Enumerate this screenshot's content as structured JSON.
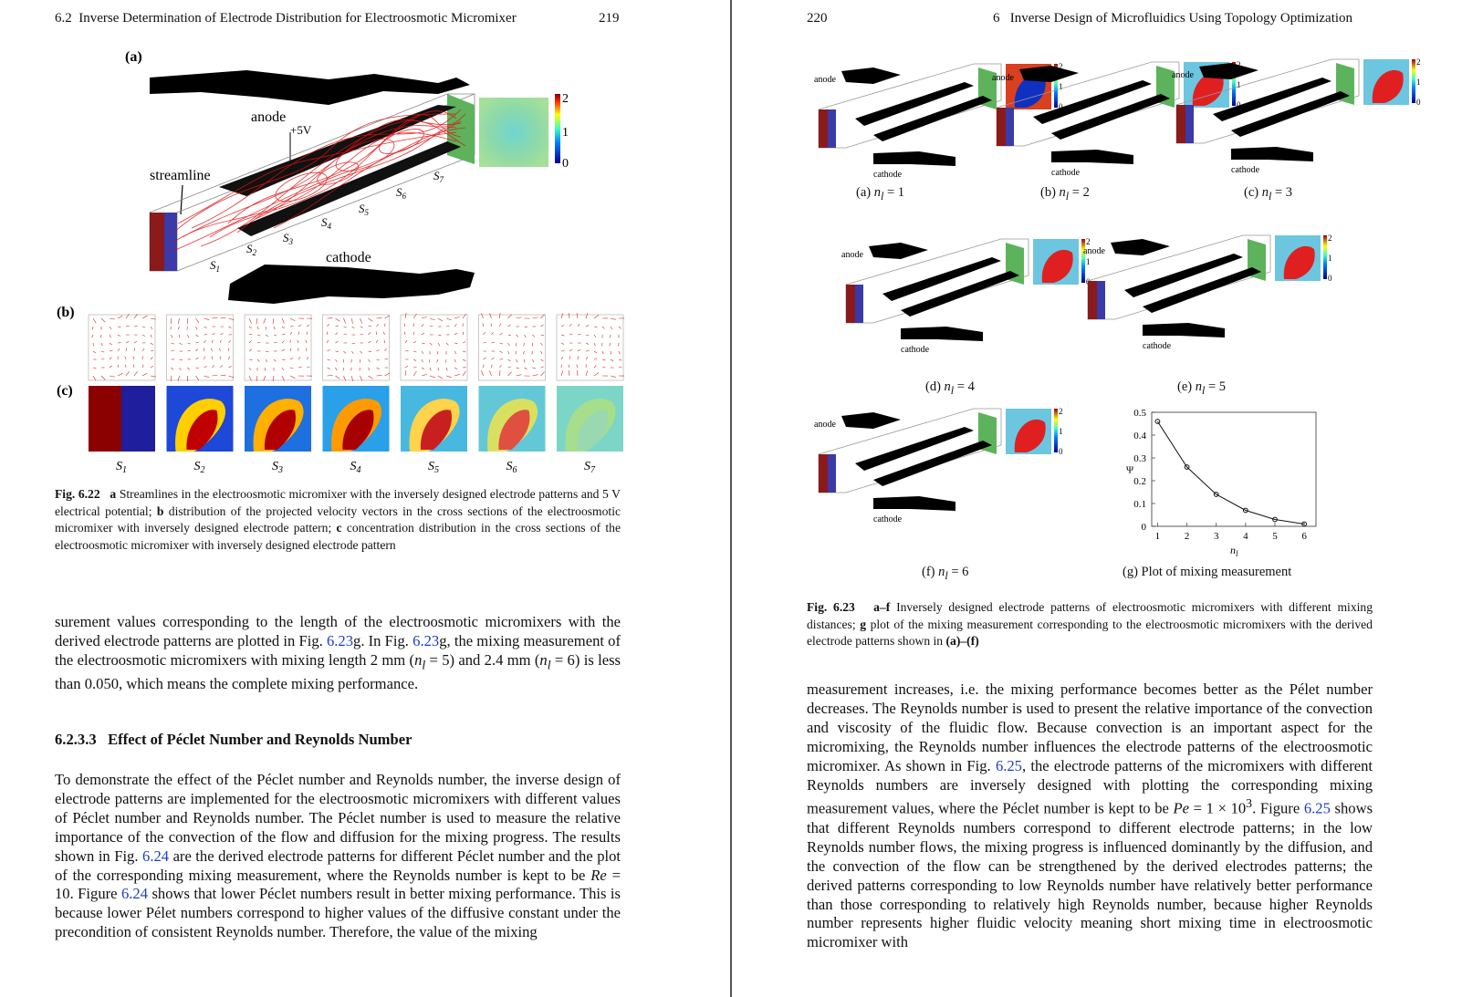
{
  "left_page": {
    "header_section": "6.2",
    "header_title": "Inverse Determination of Electrode Distribution for Electroosmotic Micromixer",
    "page_number": "219",
    "figure": {
      "panel_a": "(a)",
      "panel_b": "(b)",
      "panel_c": "(c)",
      "anode": "anode",
      "cathode": "cathode",
      "voltage": "+5V",
      "streamline": "streamline",
      "colorbar": [
        "2",
        "1",
        "0"
      ],
      "sections": [
        "S1",
        "S2",
        "S3",
        "S4",
        "S5",
        "S6",
        "S7"
      ],
      "sec_letter": "S",
      "sec_nums": [
        "1",
        "2",
        "3",
        "4",
        "5",
        "6",
        "7"
      ]
    },
    "caption": {
      "label": "Fig. 6.22",
      "a": "a",
      "t_a": "Streamlines in the electroosmotic micromixer with the inversely designed electrode patterns and 5 V electrical potential;",
      "b": "b",
      "t_b": "distribution of the projected velocity vectors in the cross sections of the electroosmotic micromixer with inversely designed electrode pattern;",
      "c": "c",
      "t_c": "concentration distribution in the cross sections of the electroosmotic micromixer with inversely designed electrode pattern"
    },
    "para1": {
      "t1": "surement values corresponding to the length of the electroosmotic micromixers with the derived electrode patterns are plotted in Fig.",
      "ref1": "6.23",
      "t2": "g. In Fig.",
      "ref2": "6.23",
      "t3": "g, the mixing measurement of the electroosmotic micromixers with mixing length 2 mm (",
      "m1": "n",
      "m1sub": "l",
      "eq1": " = 5) and 2.4 mm (",
      "m2": "n",
      "m2sub": "l",
      "eq2": " = 6) is less than 0.050, which means the complete mixing performance."
    },
    "section": {
      "number": "6.2.3.3",
      "title": "Effect of Péclet Number and Reynolds Number"
    },
    "para2": {
      "t1": "To demonstrate the effect of the Péclet number and Reynolds number, the inverse design of electrode patterns are implemented for the electroosmotic micromixers with different values of Péclet number and Reynolds number. The Péclet number is used to measure the relative importance of the convection of the flow and diffusion for the mixing progress. The results shown in Fig.",
      "ref1": "6.24",
      "t2": "are the derived electrode patterns for different Péclet number and the plot of the corresponding mixing measurement, where the Reynolds number is kept to be",
      "re": "Re",
      "t3": "= 10. Figure",
      "ref2": "6.24",
      "t4": "shows that lower Péclet numbers result in better mixing performance. This is because lower Pélet numbers correspond to higher values of the diffusive constant under the precondition of consistent Reynolds number. Therefore, the value of the mixing"
    }
  },
  "right_page": {
    "page_number": "220",
    "header_chapter": "6",
    "header_title": "Inverse Design of Microfluidics Using Topology Optimization",
    "anode": "anode",
    "cathode": "cathode",
    "colorbar": [
      "2",
      "1",
      "0"
    ],
    "sub_letters": [
      "(a)",
      "(b)",
      "(c)",
      "(d)",
      "(e)",
      "(f)"
    ],
    "sub_values": [
      "1",
      "2",
      "3",
      "4",
      "5",
      "6"
    ],
    "n_sym": "n",
    "n_sub": "l",
    "sub_g": "(g) Plot of mixing measurement",
    "caption": {
      "label": "Fig. 6.23",
      "af": "a–f",
      "t1": "Inversely designed electrode patterns of electroosmotic micromixers with different mixing distances;",
      "g": "g",
      "t2": "plot of the mixing measurement corresponding to the electroosmotic micromixers with the derived electrode patterns shown in",
      "range": "(a)–(f)"
    },
    "para": {
      "t1": "measurement increases, i.e. the mixing performance becomes better as the Pélet number decreases. The Reynolds number is used to present the relative importance of the convection and viscosity of the fluidic flow. Because convection is an important aspect for the micromixing, the Reynolds number influences the electrode patterns of the electroosmotic micromixer. As shown in Fig.",
      "ref1": "6.25",
      "t2": ", the electrode patterns of the micromixers with different Reynolds numbers are inversely designed with plotting the corresponding mixing measurement values, where the Péclet number is kept to be",
      "pe": "Pe",
      "eq": " = 1 × 10",
      "exp": "3",
      "t3": ". Figure",
      "ref2": "6.25",
      "t4": "shows that different Reynolds numbers correspond to different electrode patterns; in the low Reynolds number flows, the mixing progress is influenced dominantly by the diffusion, and the convection of the flow can be strengthened by the derived electrodes patterns; the derived patterns corresponding to low Reynolds number have relatively better performance than those corresponding to relatively high Reynolds number, because higher Reynolds number represents higher fluidic velocity meaning short mixing time in electroosmotic micromixer with"
    },
    "chart_data": {
      "type": "line",
      "x": [
        1,
        2,
        3,
        4,
        5,
        6
      ],
      "values": [
        0.46,
        0.26,
        0.14,
        0.07,
        0.03,
        0.01
      ],
      "xlabel": "n_l",
      "ylabel": "Ψ",
      "xlim": [
        0.8,
        6.4
      ],
      "ylim": [
        0,
        0.5
      ],
      "xticks": [
        "1",
        "2",
        "3",
        "4",
        "5",
        "6"
      ],
      "yticks": [
        "0",
        "0.1",
        "0.2",
        "0.3",
        "0.4",
        "0.5"
      ],
      "grid": false,
      "marker": "circle"
    }
  }
}
